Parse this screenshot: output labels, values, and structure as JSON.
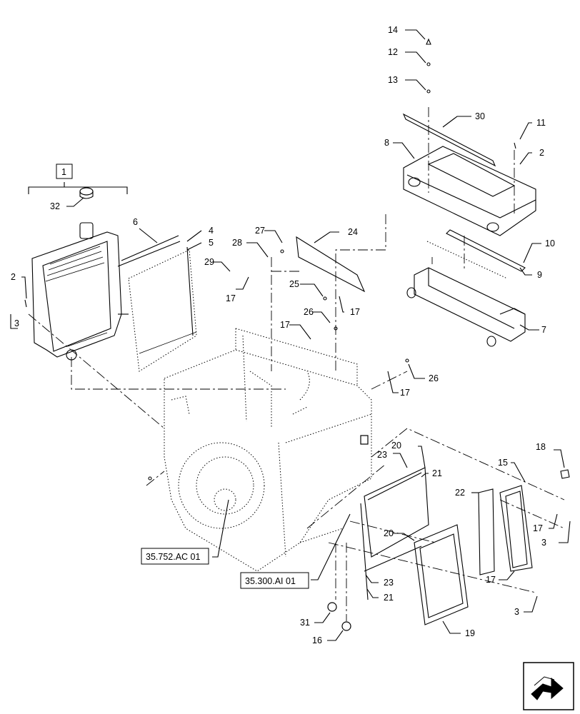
{
  "callouts": {
    "c1": "1",
    "c2a": "2",
    "c2b": "2",
    "c3a": "3",
    "c3b": "3",
    "c3c": "3",
    "c4": "4",
    "c5": "5",
    "c6": "6",
    "c7": "7",
    "c8": "8",
    "c9": "9",
    "c10": "10",
    "c11": "11",
    "c12": "12",
    "c13": "13",
    "c14": "14",
    "c15": "15",
    "c16": "16",
    "c17a": "17",
    "c17b": "17",
    "c17c": "17",
    "c17d": "17",
    "c17e": "17",
    "c17f": "17",
    "c18": "18",
    "c19": "19",
    "c20a": "20",
    "c20b": "20",
    "c21a": "21",
    "c21b": "21",
    "c22": "22",
    "c23a": "23",
    "c23b": "23",
    "c24": "24",
    "c25": "25",
    "c26a": "26",
    "c26b": "26",
    "c27": "27",
    "c28": "28",
    "c29": "29",
    "c30": "30",
    "c31": "31",
    "c32": "32"
  },
  "references": {
    "ref_left": "35.752.AC 01",
    "ref_right": "35.300.AI 01"
  },
  "icons": {
    "nav": "next-page-arrow-icon"
  }
}
